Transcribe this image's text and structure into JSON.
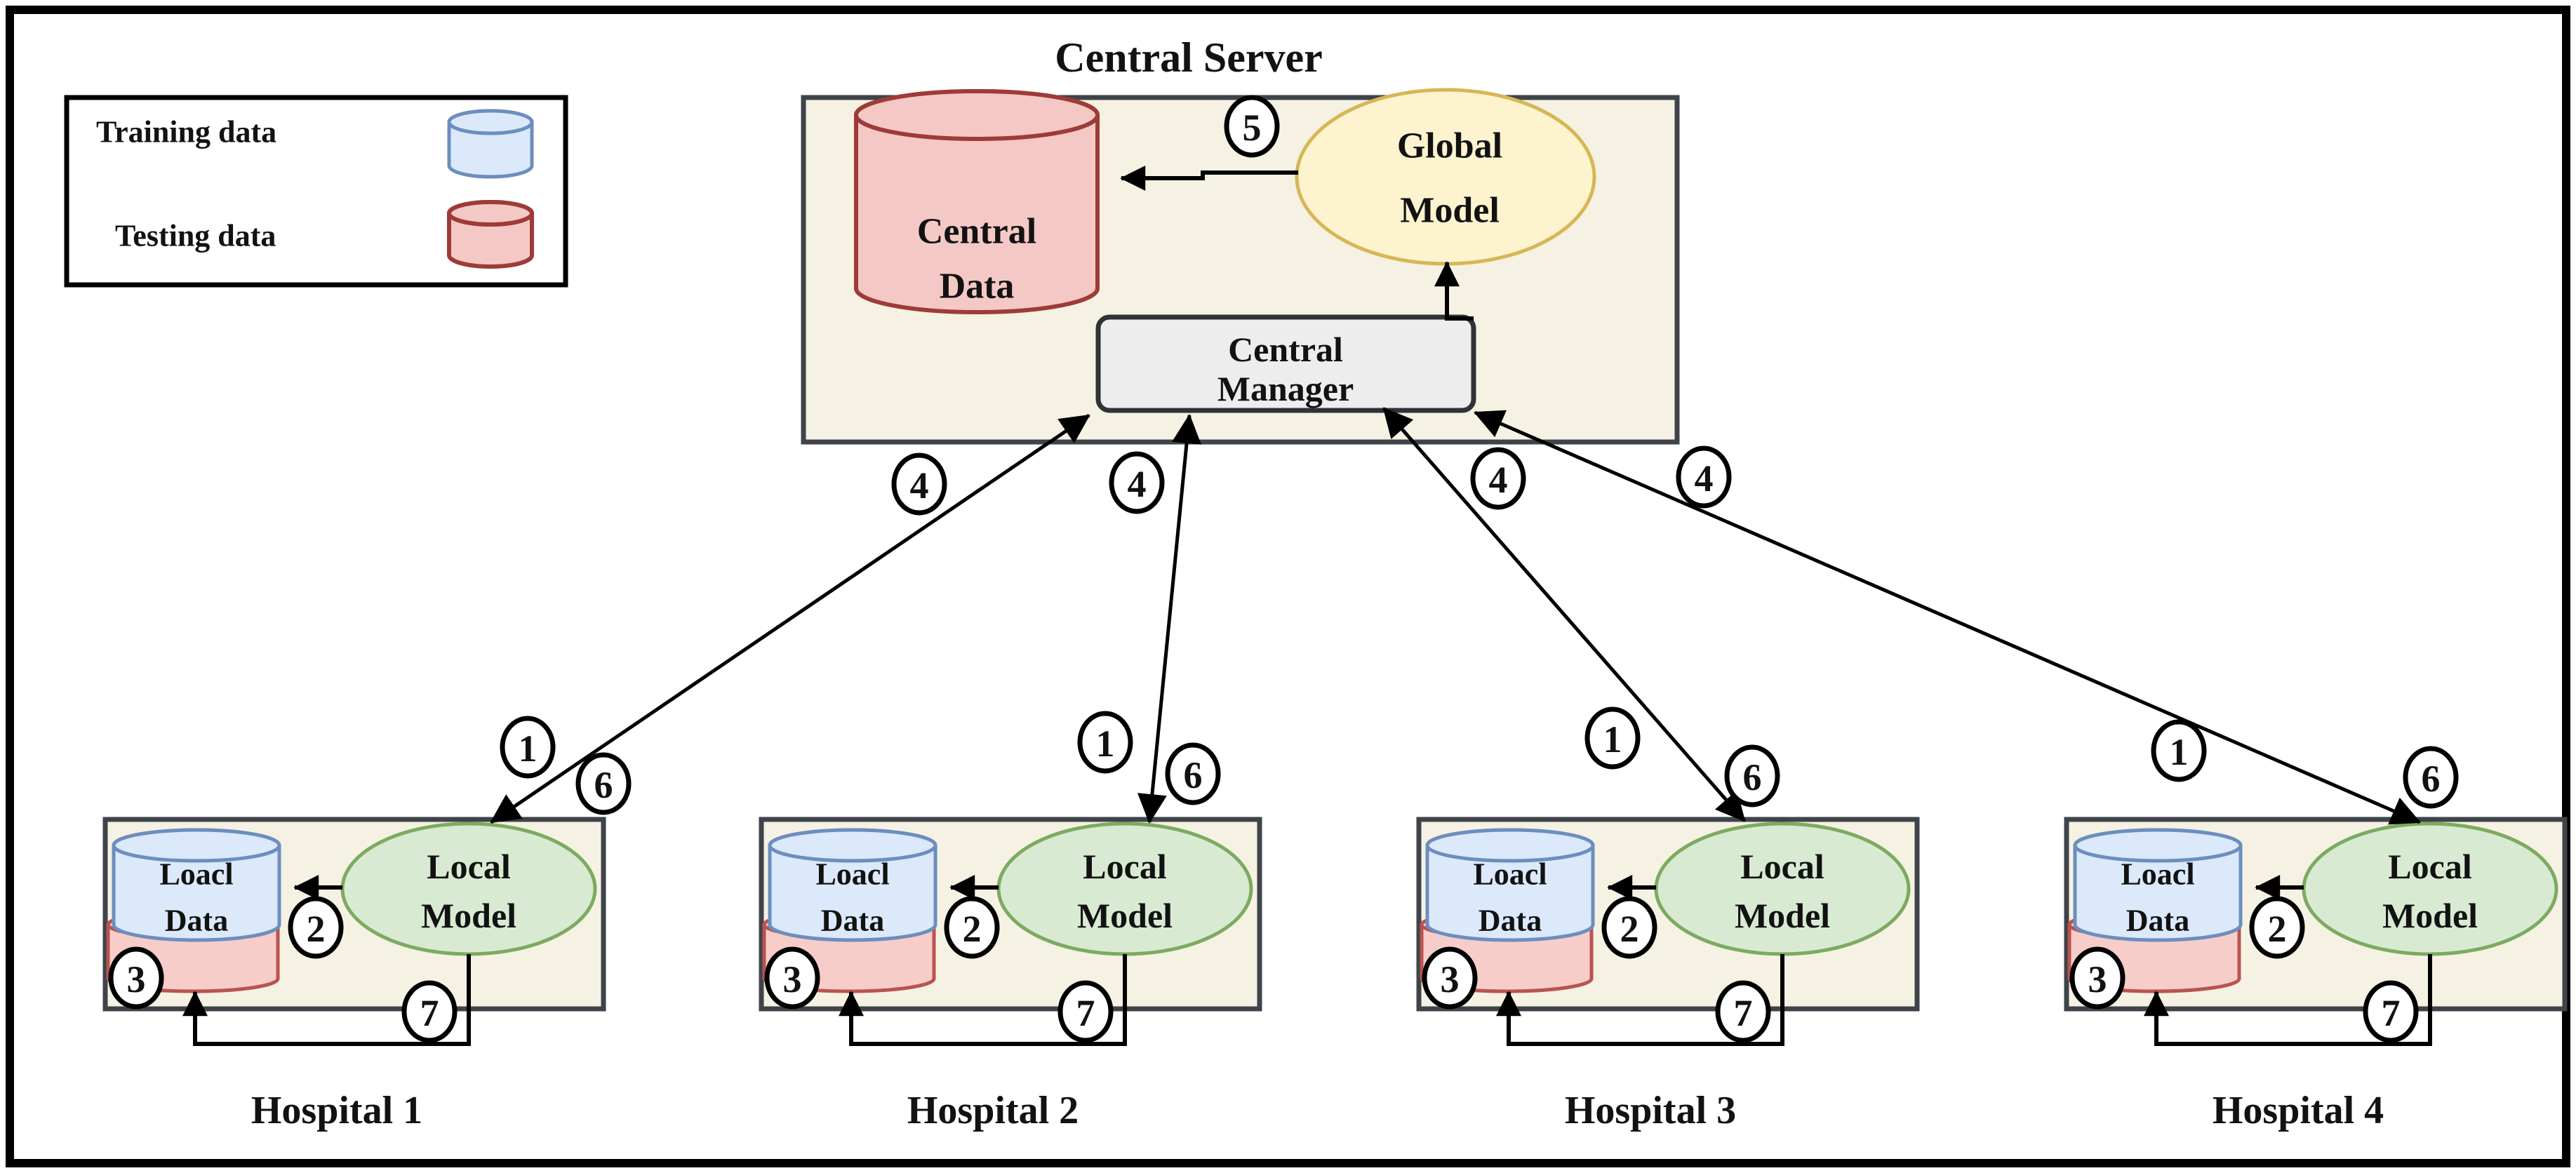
{
  "figure": {
    "type": "federated-learning-architecture-diagram"
  },
  "legend": {
    "items": [
      {
        "label": "Training data",
        "icon": "database-cylinder-icon",
        "fill": "#dbe9fb",
        "stroke": "#6c8ebf"
      },
      {
        "label": "Testing data",
        "icon": "database-cylinder-icon",
        "fill": "#f7cdc9",
        "stroke": "#9e3b38"
      }
    ]
  },
  "central_server": {
    "title": "Central Server",
    "central_data": {
      "label_lines": [
        "Central",
        "Data"
      ]
    },
    "global_model": {
      "label_lines": [
        "Global",
        "Model"
      ]
    },
    "central_manager": {
      "label_lines": [
        "Central",
        "Manager"
      ]
    }
  },
  "hospitals": [
    {
      "name": "Hospital 1",
      "local_data_lines": [
        "Loacl",
        "Data"
      ],
      "local_model_lines": [
        "Local",
        "Model"
      ]
    },
    {
      "name": "Hospital 2",
      "local_data_lines": [
        "Loacl",
        "Data"
      ],
      "local_model_lines": [
        "Local",
        "Model"
      ]
    },
    {
      "name": "Hospital 3",
      "local_data_lines": [
        "Loacl",
        "Data"
      ],
      "local_model_lines": [
        "Local",
        "Model"
      ]
    },
    {
      "name": "Hospital 4",
      "local_data_lines": [
        "Loacl",
        "Data"
      ],
      "local_model_lines": [
        "Local",
        "Model"
      ]
    }
  ],
  "steps": {
    "s1": "1",
    "s2": "2",
    "s3": "3",
    "s4": "4",
    "s5": "5",
    "s6": "6",
    "s7": "7"
  },
  "colors": {
    "background": "#ffffff",
    "panel_cream": "#f5f2e3",
    "panel_stroke": "#3f434a",
    "training_blue_fill": "#dbe9fb",
    "training_blue_stroke": "#6c8ebf",
    "testing_red_fill": "#f7cdc9",
    "testing_red_stroke_dark": "#9e3b38",
    "testing_red_stroke_hospital": "#b85450",
    "local_model_green_fill": "#d9ead3",
    "local_model_green_stroke": "#7cab60",
    "global_model_yellow_fill": "#fdf3cf",
    "global_model_yellow_stroke": "#d6b656",
    "manager_gray_fill": "#ededed",
    "line_black": "#000000"
  }
}
